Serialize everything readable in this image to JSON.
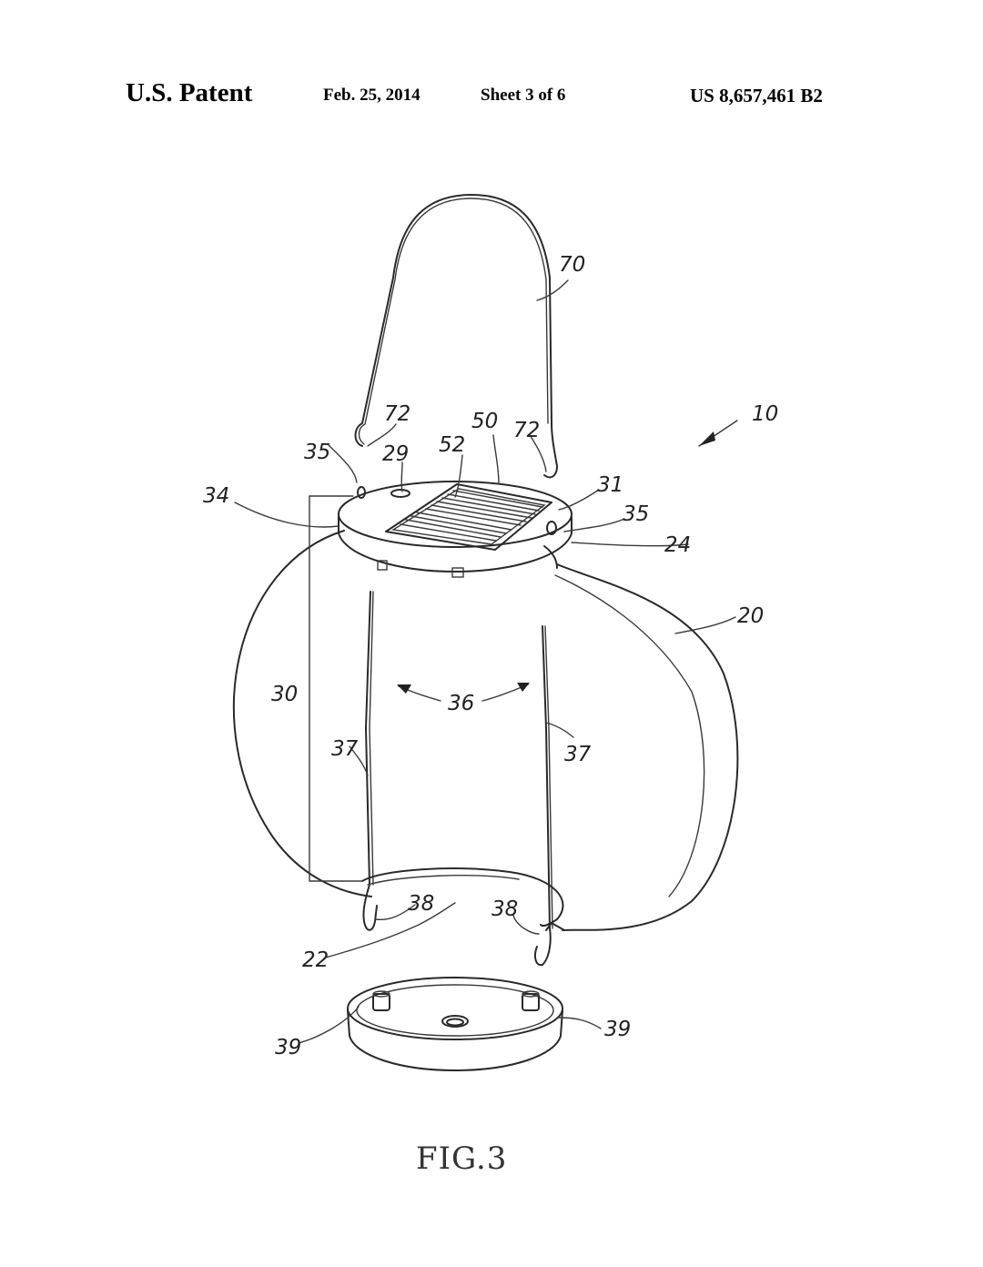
{
  "header": {
    "title": "U.S. Patent",
    "date": "Feb. 25, 2014",
    "sheet": "Sheet 3 of 6",
    "patent_number": "US 8,657,461 B2"
  },
  "figure": {
    "caption": "FIG.3",
    "reference_numerals": {
      "r10": "10",
      "r20": "20",
      "r22": "22",
      "r24": "24",
      "r29": "29",
      "r30": "30",
      "r31": "31",
      "r34": "34",
      "r35a": "35",
      "r35b": "35",
      "r36": "36",
      "r37a": "37",
      "r37b": "37",
      "r38a": "38",
      "r38b": "38",
      "r39a": "39",
      "r39b": "39",
      "r50": "50",
      "r52": "52",
      "r70": "70",
      "r72a": "72",
      "r72b": "72"
    }
  }
}
